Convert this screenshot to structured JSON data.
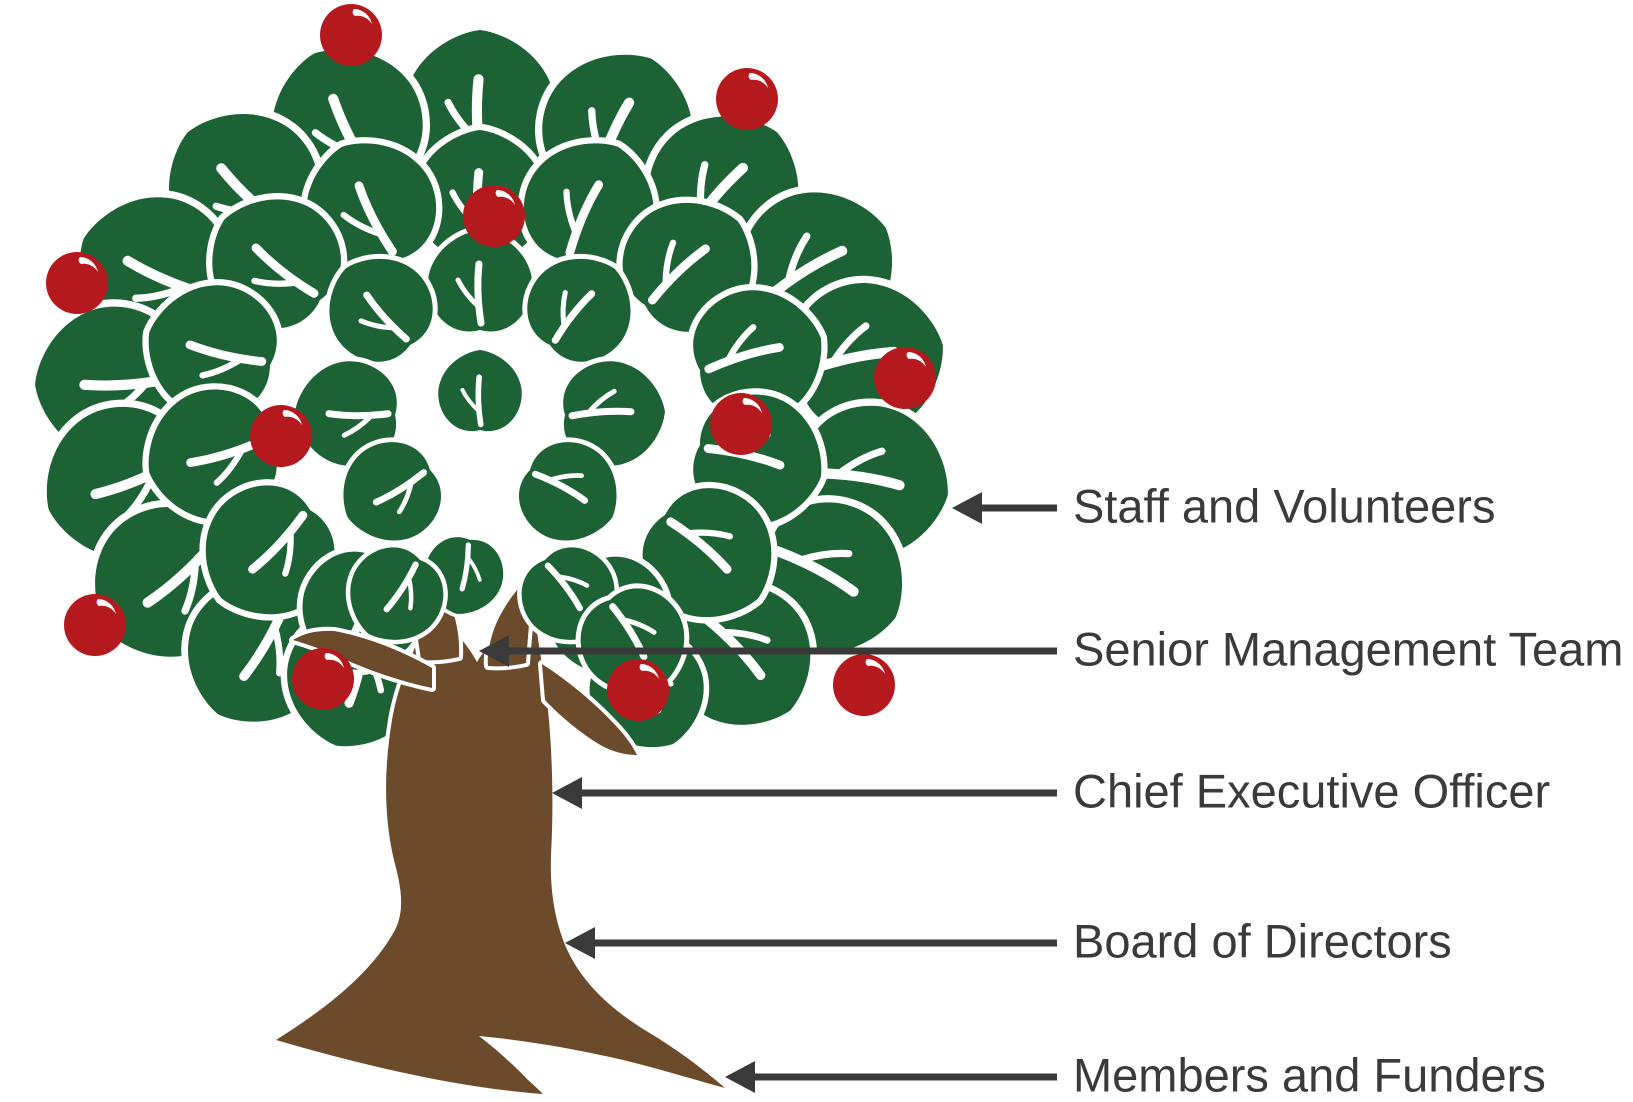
{
  "diagram": {
    "type": "labeled-illustration",
    "subject": "apple tree organisational diagram",
    "labels": [
      {
        "id": "staff",
        "text": "Staff and Volunteers",
        "points_to": "leaves"
      },
      {
        "id": "senior",
        "text": "Senior Management Team",
        "points_to": "branch-fork"
      },
      {
        "id": "chief",
        "text": "Chief Executive Officer",
        "points_to": "upper-trunk"
      },
      {
        "id": "board",
        "text": "Board of Directors",
        "points_to": "lower-trunk"
      },
      {
        "id": "members",
        "text": "Members and Funders",
        "points_to": "roots"
      }
    ]
  },
  "colors": {
    "leaf_green": "#1d6234",
    "apple_red": "#b4191e",
    "trunk_brown": "#6b4b2b",
    "arrow_gray": "#3a3a3a",
    "text_gray": "#3a3a3a",
    "background": "#ffffff"
  }
}
